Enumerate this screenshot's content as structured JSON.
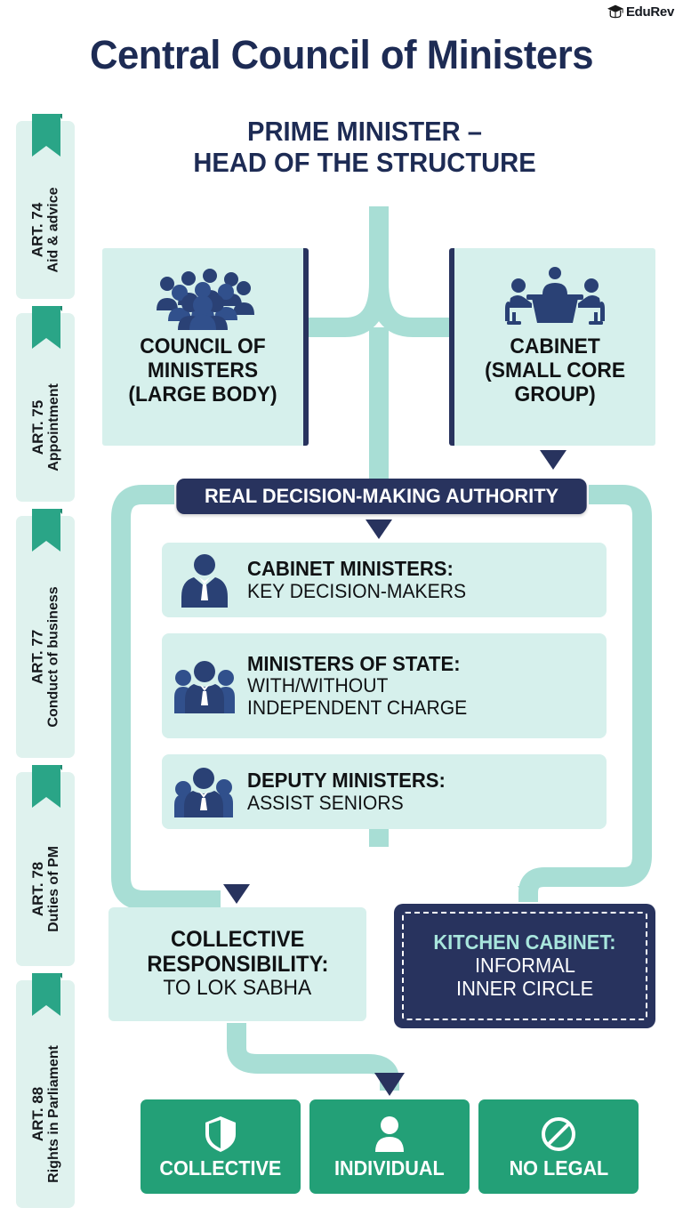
{
  "logo": {
    "text": "EduRev",
    "icon": "graduation-cap-icon"
  },
  "title": "Central Council of Ministers",
  "heading": {
    "line1": "PRIME MINISTER –",
    "line2": "HEAD OF THE STRUCTURE"
  },
  "sidebar": {
    "items": [
      {
        "article": "ART. 74",
        "desc": "Aid & advice"
      },
      {
        "article": "ART. 75",
        "desc": "Appointment"
      },
      {
        "article": "ART. 77",
        "desc": "Conduct of business"
      },
      {
        "article": "ART. 78",
        "desc": "Duties of PM"
      },
      {
        "article": "ART. 88",
        "desc": "Rights in Parliament"
      }
    ]
  },
  "top_boxes": [
    {
      "icon": "crowd-people-icon",
      "line1": "COUNCIL OF",
      "line2": "MINISTERS",
      "line3": "(LARGE BODY)"
    },
    {
      "icon": "meeting-table-icon",
      "line1": "CABINET",
      "line2": "(SMALL CORE",
      "line3": "GROUP)"
    }
  ],
  "authority_banner": "REAL DECISION-MAKING AUTHORITY",
  "minister_rows": [
    {
      "icon": "single-minister-icon",
      "line1": "CABINET MINISTERS:",
      "line2": "KEY DECISION-MAKERS",
      "line3": ""
    },
    {
      "icon": "three-people-icon",
      "line1": "MINISTERS OF STATE:",
      "line2": "WITH/WITHOUT",
      "line3": "INDEPENDENT CHARGE"
    },
    {
      "icon": "deputy-group-icon",
      "line1": "DEPUTY MINISTERS:",
      "line2": "ASSIST SENIORS",
      "line3": ""
    }
  ],
  "collective": {
    "line1": "COLLECTIVE",
    "line2": "RESPONSIBILITY:",
    "line3": "TO LOK SABHA"
  },
  "kitchen": {
    "line1": "KITCHEN CABINET:",
    "line2": "INFORMAL",
    "line3": "INNER CIRCLE"
  },
  "footer_boxes": [
    {
      "icon": "shield-icon",
      "label": "COLLECTIVE"
    },
    {
      "icon": "person-icon",
      "label": "INDIVIDUAL"
    },
    {
      "icon": "no-entry-icon",
      "label": "NO LEGAL"
    }
  ],
  "colors": {
    "navy": "#28335e",
    "title_navy": "#1d2b54",
    "mint_fill": "#d6f0ec",
    "mint_connector": "#a8ded5",
    "green": "#23a077",
    "white": "#ffffff"
  }
}
